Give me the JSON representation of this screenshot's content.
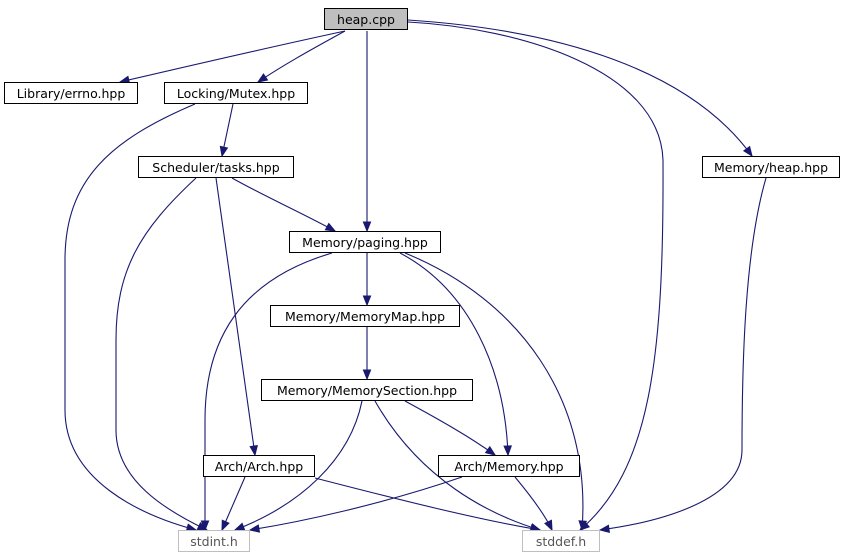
{
  "diagram": {
    "title": "heap.cpp",
    "colors": {
      "edge": "#191970",
      "root_fill": "#bfbfbf",
      "system_border": "#bfbfbf"
    },
    "nodes": [
      {
        "id": "heap_cpp",
        "label": "heap.cpp",
        "kind": "root"
      },
      {
        "id": "errno",
        "label": "Library/errno.hpp",
        "kind": "header"
      },
      {
        "id": "mutex",
        "label": "Locking/Mutex.hpp",
        "kind": "header"
      },
      {
        "id": "memheap",
        "label": "Memory/heap.hpp",
        "kind": "header"
      },
      {
        "id": "tasks",
        "label": "Scheduler/tasks.hpp",
        "kind": "header"
      },
      {
        "id": "paging",
        "label": "Memory/paging.hpp",
        "kind": "header"
      },
      {
        "id": "memmap",
        "label": "Memory/MemoryMap.hpp",
        "kind": "header"
      },
      {
        "id": "memsection",
        "label": "Memory/MemorySection.hpp",
        "kind": "header"
      },
      {
        "id": "arch",
        "label": "Arch/Arch.hpp",
        "kind": "header"
      },
      {
        "id": "archmem",
        "label": "Arch/Memory.hpp",
        "kind": "header"
      },
      {
        "id": "stdint",
        "label": "stdint.h",
        "kind": "system"
      },
      {
        "id": "stddef",
        "label": "stddef.h",
        "kind": "system"
      }
    ],
    "edges": [
      {
        "from": "heap_cpp",
        "to": "errno"
      },
      {
        "from": "heap_cpp",
        "to": "mutex"
      },
      {
        "from": "heap_cpp",
        "to": "paging"
      },
      {
        "from": "heap_cpp",
        "to": "stddef"
      },
      {
        "from": "heap_cpp",
        "to": "memheap"
      },
      {
        "from": "mutex",
        "to": "tasks"
      },
      {
        "from": "mutex",
        "to": "stdint"
      },
      {
        "from": "tasks",
        "to": "paging"
      },
      {
        "from": "tasks",
        "to": "stdint"
      },
      {
        "from": "tasks",
        "to": "arch"
      },
      {
        "from": "paging",
        "to": "memmap"
      },
      {
        "from": "paging",
        "to": "stdint"
      },
      {
        "from": "paging",
        "to": "archmem"
      },
      {
        "from": "paging",
        "to": "stddef"
      },
      {
        "from": "memmap",
        "to": "memsection"
      },
      {
        "from": "memsection",
        "to": "archmem"
      },
      {
        "from": "memsection",
        "to": "stdint"
      },
      {
        "from": "memsection",
        "to": "stddef"
      },
      {
        "from": "arch",
        "to": "stdint"
      },
      {
        "from": "arch",
        "to": "stddef"
      },
      {
        "from": "archmem",
        "to": "stdint"
      },
      {
        "from": "archmem",
        "to": "stddef"
      },
      {
        "from": "memheap",
        "to": "stddef"
      }
    ]
  }
}
